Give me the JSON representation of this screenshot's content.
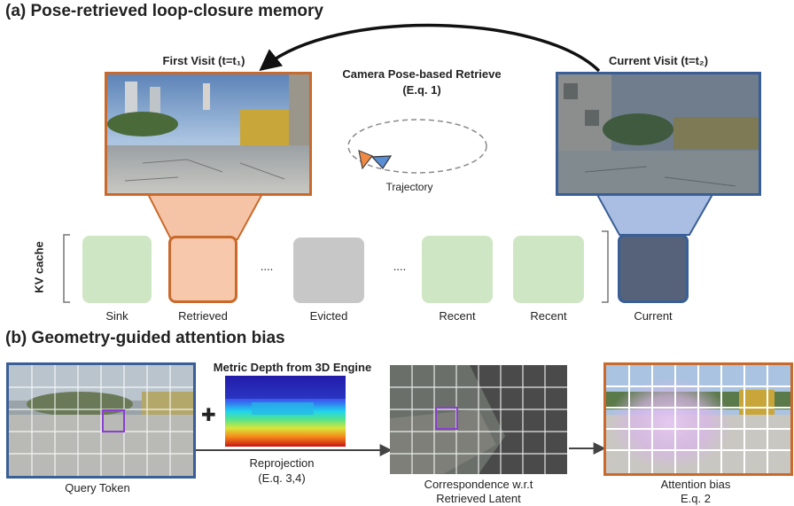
{
  "section_a": {
    "title": "(a) Pose-retrieved loop-closure memory",
    "first_visit": "First Visit (t=t₁)",
    "current_visit": "Current Visit (t=t₂)",
    "retrieve_label_line1": "Camera Pose-based Retrieve",
    "retrieve_label_line2": "(E.q. 1)",
    "trajectory": "Trajectory",
    "kv_cache": "KV cache",
    "ellipsis": "....",
    "slots": [
      {
        "label": "Sink",
        "color": "#cfe6c4"
      },
      {
        "label": "Retrieved",
        "color": "#f7c8ab"
      },
      {
        "label": "Evicted",
        "color": "#c7c7c7"
      },
      {
        "label": "Recent",
        "color": "#cfe6c4"
      },
      {
        "label": "Recent",
        "color": "#cfe6c4"
      },
      {
        "label": "Current",
        "color": "#56627a"
      }
    ],
    "colors": {
      "orange": "#c96a2c",
      "blue": "#3a5e96"
    }
  },
  "section_b": {
    "title": "(b) Geometry-guided attention bias",
    "depth_title": "Metric Depth from 3D Engine",
    "plus": "✚",
    "reprojection_line1": "Reprojection",
    "reprojection_line2": "(E.q. 3,4)",
    "query_token": "Query Token",
    "correspondence_line1": "Correspondence w.r.t",
    "correspondence_line2": "Retrieved Latent",
    "attention_line1": "Attention bias",
    "attention_line2": "E.q. 2"
  }
}
